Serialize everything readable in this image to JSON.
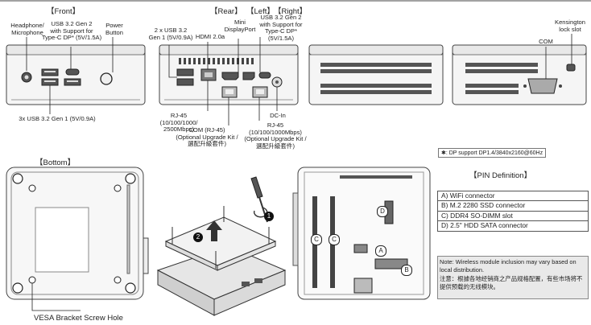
{
  "headers": {
    "front": "【Front】",
    "rear": "【Rear】",
    "left": "【Left】",
    "right": "【Right】",
    "bottom": "【Bottom】",
    "pin": "【PIN Definition】"
  },
  "front_labels": {
    "headphone": "Headphone/\nMicrophone",
    "usb_gen2": "USB 3.2 Gen 2\nwith Support for\nType-C DP* (5V/1.5A)",
    "power": "Power\nButton",
    "usb_gen1": "3x USB 3.2 Gen 1 (5V/0.9A)"
  },
  "rear_labels": {
    "usb2x": "2 x USB 3.2\nGen 1 (5V/0.9A)",
    "hdmi": "HDMI 2.0a",
    "minidp": "Mini\nDisplayPort",
    "usbc_rear": "USB 3.2 Gen 2\nwith Support for\nType-C DP*\n(5V/1.5A)",
    "rj45_a": "RJ-45\n(10/100/1000/\n2500Mbps)",
    "com_opt": "COM (RJ-45)\n(Optional Upgrade Kit /\n選配升級套件)",
    "rj45_b": "RJ-45\n(10/100/1000Mbps)\n(Optional Upgrade Kit /\n選配升級套件)",
    "dcin": "DC-In"
  },
  "right_labels": {
    "kensington": "Kensington\nlock slot",
    "com": "COM"
  },
  "dp_note": "✱: DP support DP1.4/3840x2160@60Hz",
  "bottom_caption": "VESA Bracket Screw Hole",
  "pin_definition": [
    "A)  WiFi connector",
    "B)  M.2 2280 SSD connector",
    "C)  DDR4 SO-DIMM slot",
    "D)  2.5\" HDD SATA connector"
  ],
  "wireless_note": {
    "en": "Note: Wireless module inclusion may vary based on local distribution.",
    "cn": "注意：根據各地经销商之产品规格配置，有些市场将不提供预载的无线模块。"
  },
  "markers": {
    "a": "A",
    "b": "B",
    "c1": "C",
    "c2": "C",
    "d": "D",
    "step1": "1",
    "step2": "2"
  }
}
